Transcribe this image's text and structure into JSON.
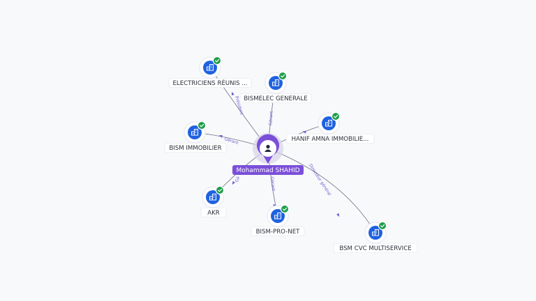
{
  "center": {
    "name": "Mohammad SHAHID",
    "icon": "person-icon"
  },
  "companies": [
    {
      "id": "electriciens",
      "label": "ELECTRICIENS RÉUNIS ...",
      "role": "Président",
      "icon": "building-icon",
      "status": "verified-check-icon"
    },
    {
      "id": "bismelec",
      "label": "BISMELEC GENERALE",
      "role": "Gérant",
      "icon": "building-icon",
      "status": "verified-check-icon"
    },
    {
      "id": "hanif",
      "label": "HANIF AMNA IMMOBILIE...",
      "role": "",
      "icon": "building-icon",
      "status": "verified-check-icon"
    },
    {
      "id": "bism-immobilier",
      "label": "BISM IMMOBILIER",
      "role": "Gérant",
      "icon": "building-icon",
      "status": "verified-check-icon"
    },
    {
      "id": "akr",
      "label": "AKR",
      "role": "Gé",
      "icon": "building-icon",
      "status": "verified-check-icon"
    },
    {
      "id": "bism-pro-net",
      "label": "BISM-PRO-NET",
      "role": "Gérant",
      "icon": "building-icon",
      "status": "verified-check-icon"
    },
    {
      "id": "bsm-cvc",
      "label": "BSM CVC MULTISERVICE",
      "role": "Directeur général",
      "icon": "building-icon",
      "status": "verified-check-icon"
    }
  ],
  "colors": {
    "center": "#7b4fd8",
    "node": "#1f62e0",
    "check": "#1e9e4a",
    "edge_label": "#6b5fd3"
  }
}
